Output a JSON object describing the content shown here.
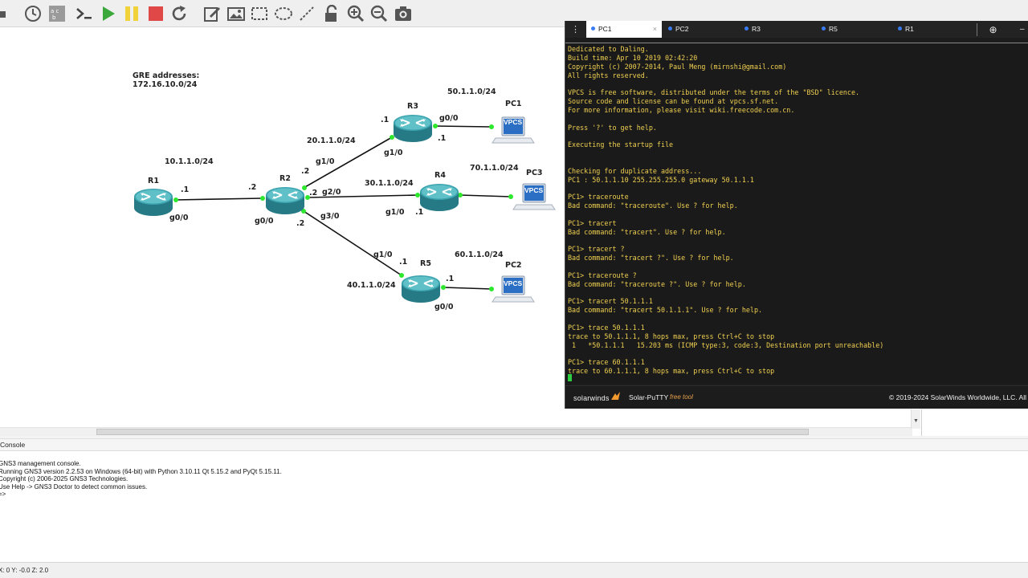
{
  "toolbar": {
    "buttons": [
      {
        "name": "topology-menu-icon"
      },
      {
        "name": "clock-icon"
      },
      {
        "name": "abc-note-icon"
      },
      {
        "name": "terminal-icon"
      },
      {
        "name": "start-all-icon",
        "color": "#3aa83a"
      },
      {
        "name": "pause-all-icon",
        "color": "#f2d23a"
      },
      {
        "name": "stop-all-icon",
        "color": "#e04848"
      },
      {
        "name": "reload-icon"
      },
      {
        "name": "edit-note-icon"
      },
      {
        "name": "insert-picture-icon"
      },
      {
        "name": "draw-rectangle-icon"
      },
      {
        "name": "draw-ellipse-icon"
      },
      {
        "name": "draw-line-icon"
      },
      {
        "name": "lock-icon"
      },
      {
        "name": "zoom-in-icon"
      },
      {
        "name": "zoom-out-icon"
      },
      {
        "name": "screenshot-icon"
      }
    ]
  },
  "topology": {
    "note_title": "GRE addresses:",
    "note_value": "172.16.10.0/24",
    "nodes": [
      {
        "id": "R1",
        "label": "R1",
        "type": "router"
      },
      {
        "id": "R2",
        "label": "R2",
        "type": "router"
      },
      {
        "id": "R3",
        "label": "R3",
        "type": "router"
      },
      {
        "id": "R4",
        "label": "R4",
        "type": "router"
      },
      {
        "id": "R5",
        "label": "R5",
        "type": "router"
      },
      {
        "id": "PC1",
        "label": "PC1",
        "type": "vpcs"
      },
      {
        "id": "PC2",
        "label": "PC2",
        "type": "vpcs"
      },
      {
        "id": "PC3",
        "label": "PC3",
        "type": "vpcs"
      }
    ],
    "vpcs_text": "VPCS",
    "labels": {
      "net_r1_r2": "10.1.1.0/24",
      "r1_addr": ".1",
      "r1_port": "g0/0",
      "r2_addr_left": ".2",
      "r2_port_left": "g0/0",
      "r2_addr_top": ".2",
      "r2_port_g1": "g1/0",
      "net_r2_r3": "20.1.1.0/24",
      "r3_addr_left": ".1",
      "r3_port_g1": "g1/0",
      "r3_port_g0": "g0/0",
      "r3_addr_right": ".1",
      "net_r3_pc1": "50.1.1.0/24",
      "r2_addr_mid": ".2",
      "r2_port_g2": "g2/0",
      "net_r2_r4": "30.1.1.0/24",
      "r4_port_g1": "g1/0",
      "r4_addr": ".1",
      "net_r4_pc3": "70.1.1.0/24",
      "r2_addr_bottom": ".2",
      "r2_port_g3": "g3/0",
      "r5_port_g1": "g1/0",
      "r5_addr_top": ".1",
      "net_r2_r5": "40.1.1.0/24",
      "r5_addr_right": ".1",
      "r5_port_g0": "g0/0",
      "net_r5_pc2": "60.1.1.0/24"
    }
  },
  "putty": {
    "tabs": [
      {
        "label": "PC1",
        "active": true
      },
      {
        "label": "PC2"
      },
      {
        "label": "R3"
      },
      {
        "label": "R5"
      },
      {
        "label": "R1"
      }
    ],
    "tab_close": "×",
    "add_tab": "⊕",
    "terminal_lines": [
      "Dedicated to Daling.",
      "Build time: Apr 10 2019 02:42:20",
      "Copyright (c) 2007-2014, Paul Meng (mirnshi@gmail.com)",
      "All rights reserved.",
      "",
      "VPCS is free software, distributed under the terms of the \"BSD\" licence.",
      "Source code and license can be found at vpcs.sf.net.",
      "For more information, please visit wiki.freecode.com.cn.",
      "",
      "Press '?' to get help.",
      "",
      "Executing the startup file",
      "",
      "",
      "Checking for duplicate address...",
      "PC1 : 50.1.1.10 255.255.255.0 gateway 50.1.1.1",
      "",
      "PC1> traceroute",
      "Bad command: \"traceroute\". Use ? for help.",
      "",
      "PC1> tracert",
      "Bad command: \"tracert\". Use ? for help.",
      "",
      "PC1> tracert ?",
      "Bad command: \"tracert ?\". Use ? for help.",
      "",
      "PC1> traceroute ?",
      "Bad command: \"traceroute ?\". Use ? for help.",
      "",
      "PC1> tracert 50.1.1.1",
      "Bad command: \"tracert 50.1.1.1\". Use ? for help.",
      "",
      "PC1> trace 50.1.1.1",
      "trace to 50.1.1.1, 8 hops max, press Ctrl+C to stop",
      " 1   *50.1.1.1   15.203 ms (ICMP type:3, code:3, Destination port unreachable)",
      "",
      "PC1> trace 60.1.1.1",
      "trace to 60.1.1.1, 8 hops max, press Ctrl+C to stop"
    ],
    "footer": {
      "brand": "solarwinds",
      "product": "Solar-PuTTY",
      "edition": "free tool",
      "copyright": "© 2019-2024 SolarWinds Worldwide, LLC. All"
    }
  },
  "console": {
    "title": "Console",
    "lines": [
      "GNS3 management console.",
      "Running GNS3 version 2.2.53 on Windows (64-bit) with Python 3.10.11 Qt 5.15.2 and PyQt 5.15.11.",
      "Copyright (c) 2006-2025 GNS3 Technologies.",
      "Use Help -> GNS3 Doctor to detect common issues."
    ],
    "prompt": "=>"
  },
  "statusbar": {
    "text": "X: 0 Y: -0.0 Z: 2.0"
  },
  "colors": {
    "router_body": "#2f8f9a",
    "link_port": "#2ee82e",
    "terminal_text": "#f0d050",
    "terminal_bg": "#1a1a1a"
  }
}
